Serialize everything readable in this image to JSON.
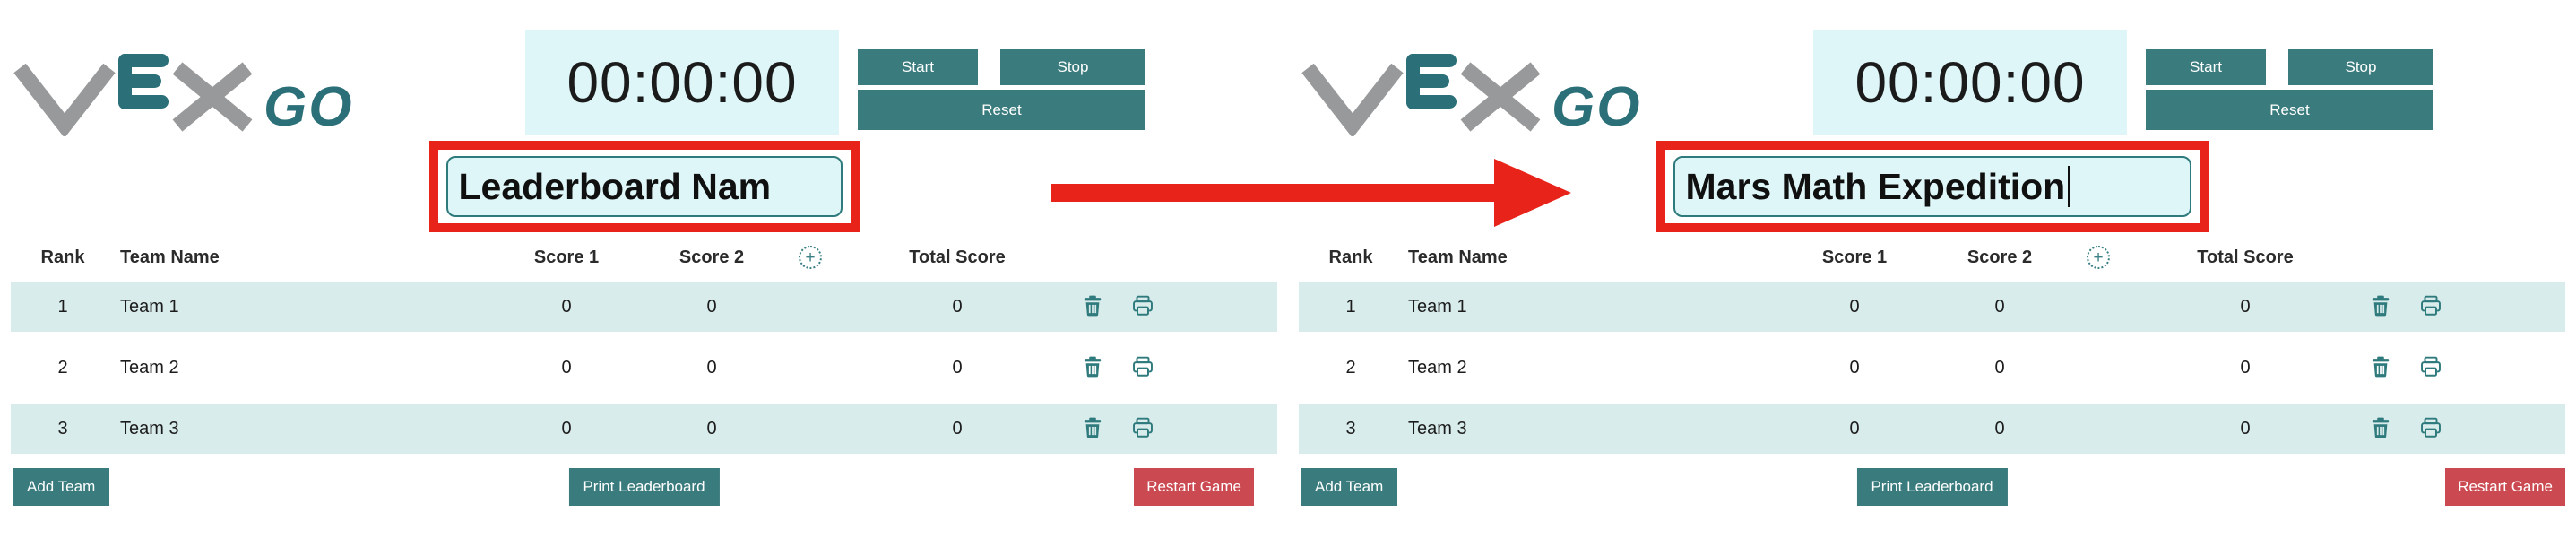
{
  "colors": {
    "teal_button": "#3a7b7e",
    "teal_icon": "#2f7a7c",
    "light_cyan_bg": "#def6f8",
    "row_bg": "#d9ecec",
    "annotation_red": "#e8241a",
    "restart_red": "#cb4a51",
    "logo_gray": "#97999b",
    "logo_teal": "#2b7078"
  },
  "annotation": {
    "arrow": "red-arrow-pointing-right",
    "highlight": "red-box-around-leaderboard-name-input"
  },
  "icons": {
    "add_score_column": "plus-circle-dotted-icon",
    "delete_row": "trash-icon",
    "print_row": "printer-icon",
    "plus_glyph": "+"
  },
  "panels": {
    "left": {
      "logo_go": "GO",
      "timer": "00:00:00",
      "controls": {
        "start": "Start",
        "stop": "Stop",
        "reset": "Reset"
      },
      "leaderboard_name": "Leaderboard Nam",
      "table": {
        "headers": {
          "rank": "Rank",
          "team": "Team Name",
          "score1": "Score 1",
          "score2": "Score 2",
          "total": "Total Score"
        },
        "rows": [
          {
            "rank": "1",
            "team": "Team 1",
            "score1": "0",
            "score2": "0",
            "total": "0"
          },
          {
            "rank": "2",
            "team": "Team 2",
            "score1": "0",
            "score2": "0",
            "total": "0"
          },
          {
            "rank": "3",
            "team": "Team 3",
            "score1": "0",
            "score2": "0",
            "total": "0"
          }
        ]
      },
      "buttons": {
        "add_team": "Add Team",
        "print_leaderboard": "Print Leaderboard",
        "restart_game": "Restart Game"
      }
    },
    "right": {
      "logo_go": "GO",
      "timer": "00:00:00",
      "controls": {
        "start": "Start",
        "stop": "Stop",
        "reset": "Reset"
      },
      "leaderboard_name": "Mars Math Expedition",
      "table": {
        "headers": {
          "rank": "Rank",
          "team": "Team Name",
          "score1": "Score 1",
          "score2": "Score 2",
          "total": "Total Score"
        },
        "rows": [
          {
            "rank": "1",
            "team": "Team 1",
            "score1": "0",
            "score2": "0",
            "total": "0"
          },
          {
            "rank": "2",
            "team": "Team 2",
            "score1": "0",
            "score2": "0",
            "total": "0"
          },
          {
            "rank": "3",
            "team": "Team 3",
            "score1": "0",
            "score2": "0",
            "total": "0"
          }
        ]
      },
      "buttons": {
        "add_team": "Add Team",
        "print_leaderboard": "Print Leaderboard",
        "restart_game": "Restart Game"
      }
    }
  }
}
